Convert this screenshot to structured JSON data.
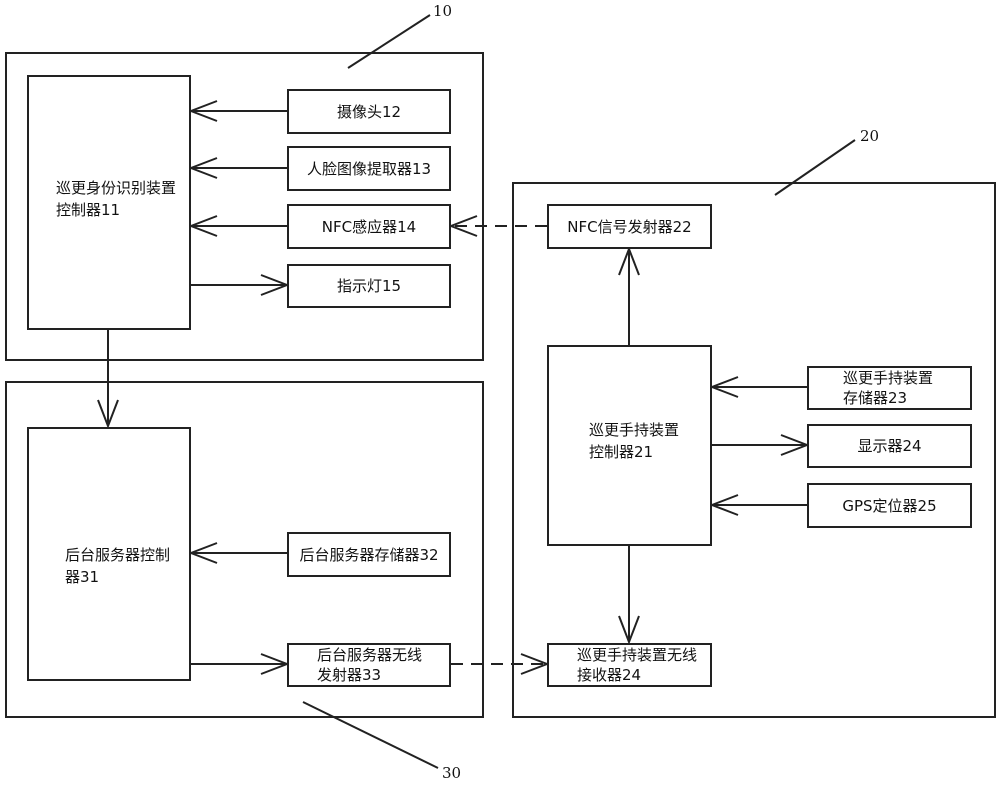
{
  "diagram": {
    "group_10": {
      "ref_label": "10",
      "controller": {
        "label": "巡更身份识别装置控制器11"
      },
      "camera": {
        "label": "摄像头12"
      },
      "face_extractor": {
        "label": "人脸图像提取器13"
      },
      "nfc_sensor": {
        "label": "NFC感应器14"
      },
      "indicator": {
        "label": "指示灯15"
      }
    },
    "group_20": {
      "ref_label": "20",
      "nfc_transmitter": {
        "label": "NFC信号发射器22"
      },
      "controller": {
        "label": "巡更手持装置控制器21"
      },
      "storage": {
        "label": "巡更手持装置存储器23"
      },
      "display": {
        "label": "显示器24"
      },
      "gps": {
        "label": "GPS定位器25"
      },
      "wireless_receiver": {
        "label": "巡更手持装置无线接收器24"
      }
    },
    "group_30": {
      "ref_label": "30",
      "controller": {
        "label": "后台服务器控制器31"
      },
      "storage": {
        "label": "后台服务器存储器32"
      },
      "wireless_transmitter": {
        "label": "后台服务器无线发射器33"
      }
    },
    "connections": [
      {
        "from": "摄像头12",
        "to": "巡更身份识别装置控制器11",
        "style": "solid"
      },
      {
        "from": "人脸图像提取器13",
        "to": "巡更身份识别装置控制器11",
        "style": "solid"
      },
      {
        "from": "NFC感应器14",
        "to": "巡更身份识别装置控制器11",
        "style": "solid"
      },
      {
        "from": "巡更身份识别装置控制器11",
        "to": "指示灯15",
        "style": "solid"
      },
      {
        "from": "NFC信号发射器22",
        "to": "NFC感应器14",
        "style": "dashed"
      },
      {
        "from": "巡更身份识别装置控制器11",
        "to": "后台服务器控制器31",
        "style": "solid"
      },
      {
        "from": "后台服务器存储器32",
        "to": "后台服务器控制器31",
        "style": "solid"
      },
      {
        "from": "后台服务器控制器31",
        "to": "后台服务器无线发射器33",
        "style": "solid"
      },
      {
        "from": "后台服务器无线发射器33",
        "to": "巡更手持装置无线接收器24",
        "style": "dashed"
      },
      {
        "from": "巡更手持装置控制器21",
        "to": "NFC信号发射器22",
        "style": "solid"
      },
      {
        "from": "巡更手持装置存储器23",
        "to": "巡更手持装置控制器21",
        "style": "solid"
      },
      {
        "from": "巡更手持装置控制器21",
        "to": "显示器24",
        "style": "solid"
      },
      {
        "from": "GPS定位器25",
        "to": "巡更手持装置控制器21",
        "style": "solid"
      },
      {
        "from": "巡更手持装置控制器21",
        "to": "巡更手持装置无线接收器24",
        "style": "solid"
      }
    ]
  }
}
